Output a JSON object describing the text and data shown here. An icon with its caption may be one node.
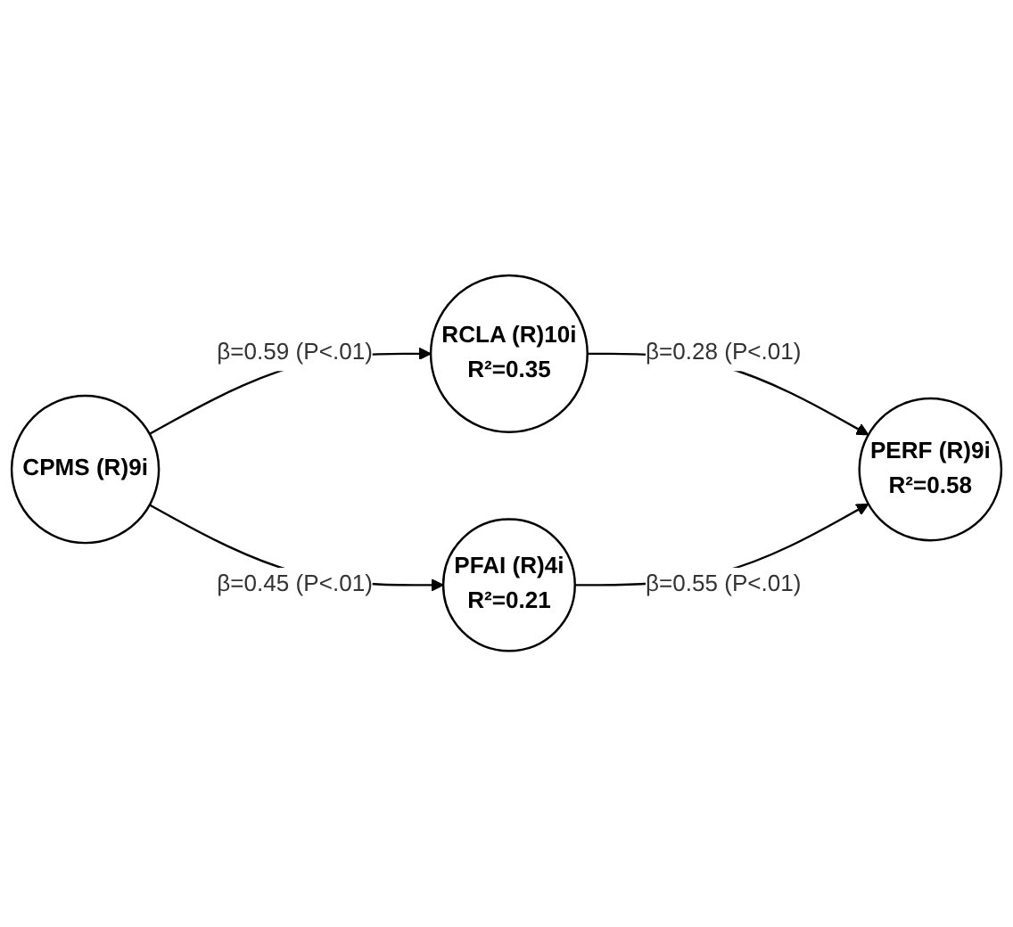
{
  "diagram": {
    "nodes": [
      {
        "text": [
          "CPMS (R)9i"
        ]
      },
      {
        "text": [
          "RCLA (R)10i",
          "R²=0.35"
        ]
      },
      {
        "text": [
          "PFAI (R)4i",
          "R²=0.21"
        ]
      },
      {
        "text": [
          "PERF (R)9i",
          "R²=0.58"
        ]
      }
    ],
    "edges": [
      {
        "from": 0,
        "to": 1,
        "arrow": "to",
        "label": "β=0.59 (P<.01)"
      },
      {
        "from": 0,
        "to": 2,
        "arrow": "to",
        "label": "β=0.45 (P<.01)"
      },
      {
        "from": 1,
        "to": 3,
        "arrow": "to",
        "label": "β=0.28 (P<.01)"
      },
      {
        "from": 2,
        "to": 3,
        "arrow": "to",
        "label": "β=0.55 (P<.01)"
      }
    ]
  }
}
